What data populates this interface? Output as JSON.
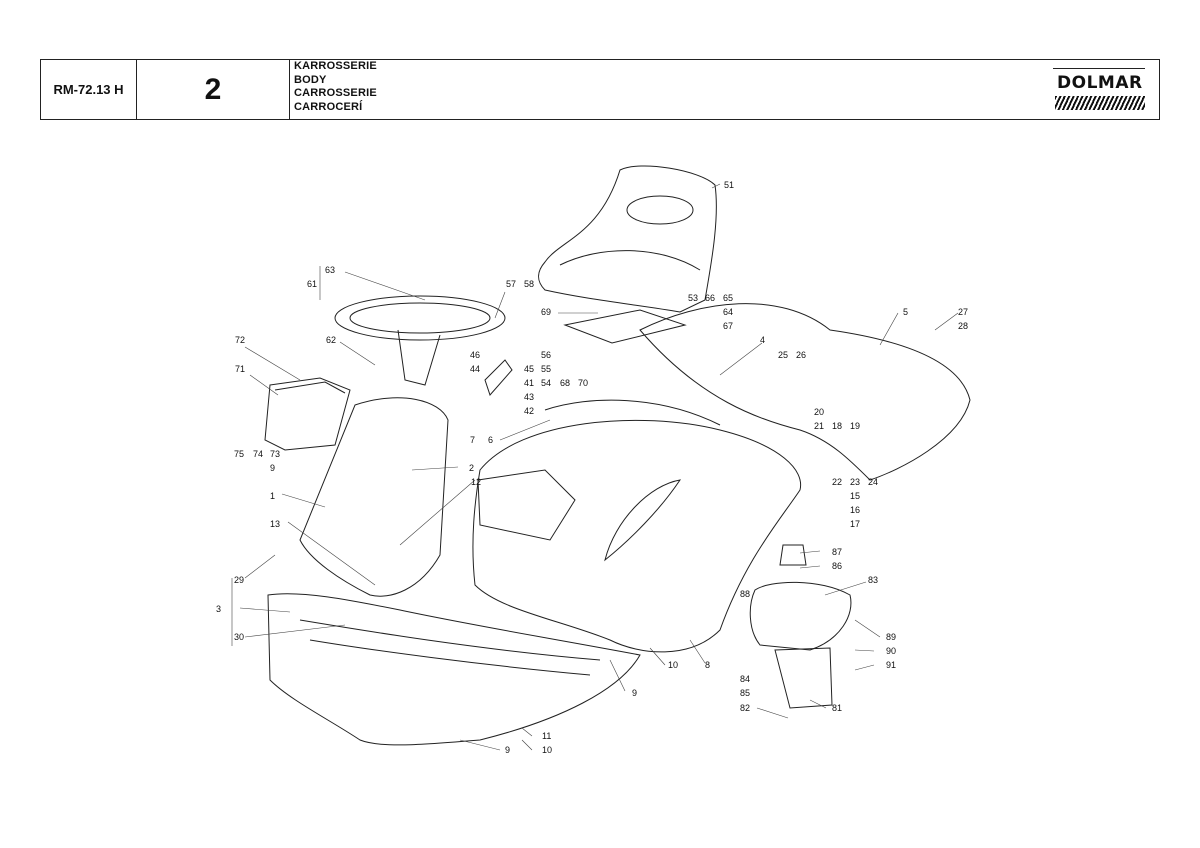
{
  "header": {
    "model": "RM-72.13 H",
    "page": "2",
    "titles": [
      "KARROSSERIE",
      "BODY",
      "CARROSSERIE",
      "CARROCERÍ"
    ],
    "brand": "DOLMAR"
  },
  "callouts": [
    "51",
    "63",
    "61",
    "57",
    "58",
    "69",
    "53",
    "66",
    "65",
    "64",
    "67",
    "27",
    "28",
    "5",
    "72",
    "62",
    "71",
    "46",
    "44",
    "45",
    "41",
    "43",
    "42",
    "56",
    "55",
    "54",
    "68",
    "70",
    "4",
    "25",
    "26",
    "75",
    "74",
    "73",
    "9",
    "7",
    "6",
    "2",
    "12",
    "20",
    "21",
    "18",
    "19",
    "22",
    "23",
    "24",
    "15",
    "16",
    "17",
    "1",
    "13",
    "29",
    "3",
    "30",
    "87",
    "86",
    "83",
    "88",
    "89",
    "90",
    "91",
    "84",
    "85",
    "82",
    "81",
    "10",
    "8",
    "9",
    "11",
    "10",
    "9"
  ]
}
